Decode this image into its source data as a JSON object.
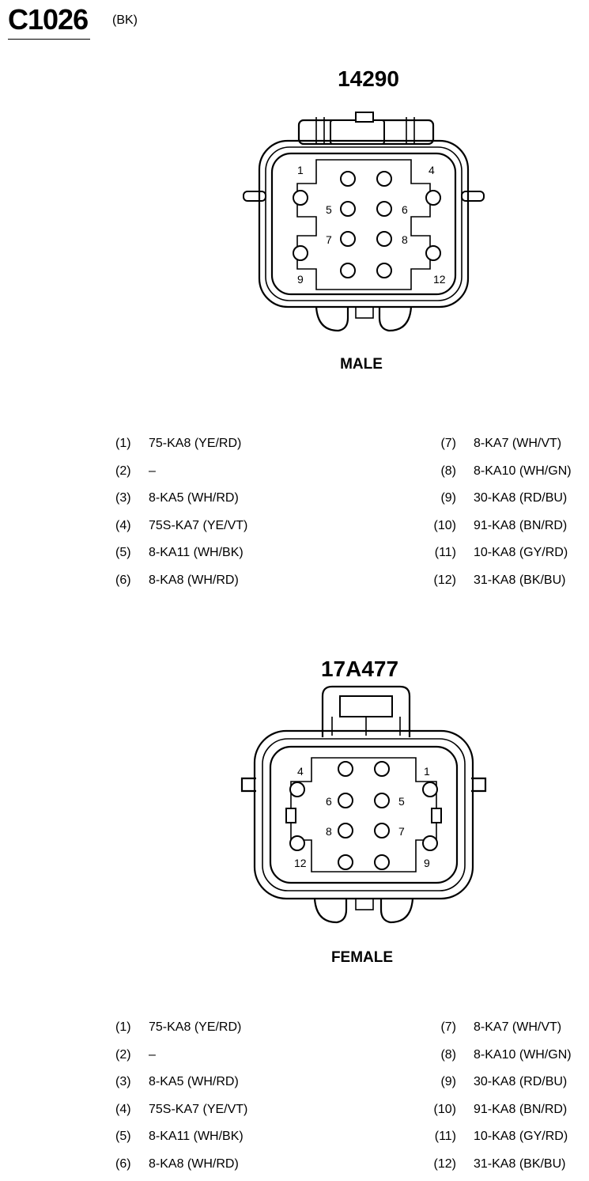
{
  "header": {
    "connector_id": "C1026",
    "color_code": "(BK)"
  },
  "connectors": [
    {
      "part_number": "14290",
      "gender": "MALE",
      "cavity_labels": [
        "1",
        "4",
        "5",
        "6",
        "7",
        "8",
        "9",
        "12"
      ],
      "pins": [
        {
          "pin": "(1)",
          "circuit": "75-KA8 (YE/RD)"
        },
        {
          "pin": "(2)",
          "circuit": "–"
        },
        {
          "pin": "(3)",
          "circuit": "8-KA5 (WH/RD)"
        },
        {
          "pin": "(4)",
          "circuit": "75S-KA7 (YE/VT)"
        },
        {
          "pin": "(5)",
          "circuit": "8-KA11 (WH/BK)"
        },
        {
          "pin": "(6)",
          "circuit": "8-KA8 (WH/RD)"
        },
        {
          "pin": "(7)",
          "circuit": "8-KA7 (WH/VT)"
        },
        {
          "pin": "(8)",
          "circuit": "8-KA10 (WH/GN)"
        },
        {
          "pin": "(9)",
          "circuit": "30-KA8 (RD/BU)"
        },
        {
          "pin": "(10)",
          "circuit": "91-KA8 (BN/RD)"
        },
        {
          "pin": "(11)",
          "circuit": "10-KA8 (GY/RD)"
        },
        {
          "pin": "(12)",
          "circuit": "31-KA8 (BK/BU)"
        }
      ]
    },
    {
      "part_number": "17A477",
      "gender": "FEMALE",
      "cavity_labels": [
        "4",
        "1",
        "6",
        "5",
        "8",
        "7",
        "12",
        "9"
      ],
      "pins": [
        {
          "pin": "(1)",
          "circuit": "75-KA8 (YE/RD)"
        },
        {
          "pin": "(2)",
          "circuit": "–"
        },
        {
          "pin": "(3)",
          "circuit": "8-KA5 (WH/RD)"
        },
        {
          "pin": "(4)",
          "circuit": "75S-KA7 (YE/VT)"
        },
        {
          "pin": "(5)",
          "circuit": "8-KA11 (WH/BK)"
        },
        {
          "pin": "(6)",
          "circuit": "8-KA8 (WH/RD)"
        },
        {
          "pin": "(7)",
          "circuit": "8-KA7 (WH/VT)"
        },
        {
          "pin": "(8)",
          "circuit": "8-KA10 (WH/GN)"
        },
        {
          "pin": "(9)",
          "circuit": "30-KA8 (RD/BU)"
        },
        {
          "pin": "(10)",
          "circuit": "91-KA8 (BN/RD)"
        },
        {
          "pin": "(11)",
          "circuit": "10-KA8 (GY/RD)"
        },
        {
          "pin": "(12)",
          "circuit": "31-KA8 (BK/BU)"
        }
      ]
    }
  ]
}
